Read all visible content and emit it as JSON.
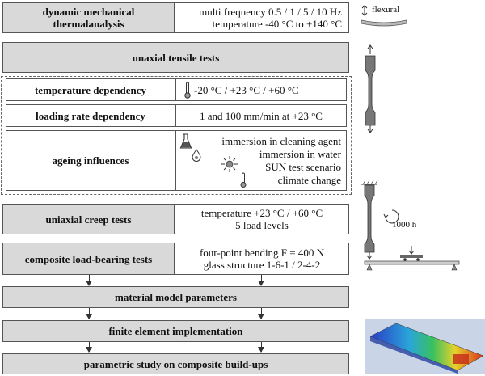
{
  "rows": {
    "dma": {
      "label": [
        "dynamic mechanical",
        "thermalanalysis"
      ],
      "details": [
        "multi frequency 0.5 / 1 / 5 / 10 Hz",
        "temperature -40 °C to +140 °C"
      ]
    },
    "tensile": {
      "label": "unaxial tensile tests"
    },
    "temperature": {
      "label": "temperature dependency",
      "details": "-20 °C / +23 °C / +60 °C"
    },
    "loading_rate": {
      "label": "loading rate dependency",
      "details": "1 and 100 mm/min at +23 °C"
    },
    "ageing": {
      "label": "ageing influences",
      "details": [
        "immersion in cleaning agent",
        "immersion in water",
        "SUN test scenario",
        "climate change"
      ]
    },
    "creep": {
      "label": "uniaxial creep tests",
      "details": [
        "temperature +23 °C / +60 °C",
        "5 load levels"
      ]
    },
    "composite": {
      "label": "composite load-bearing tests",
      "details": [
        "four-point bending F = 400 N",
        "glass structure 1-6-1 / 2-4-2"
      ]
    },
    "material_model": {
      "label": "material model parameters"
    },
    "fe": {
      "label": "finite element implementation"
    },
    "parametric": {
      "label": "parametric study on composite build-ups"
    }
  },
  "icons": {
    "flexural_label": "flexural",
    "creep_time": "1000 h"
  },
  "colors": {
    "header_fill": "#d9d9d9",
    "border": "#555555"
  }
}
